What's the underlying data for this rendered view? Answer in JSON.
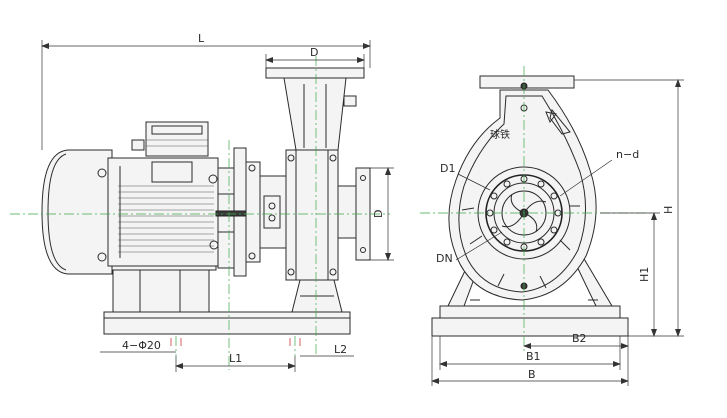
{
  "labels": {
    "L": "L",
    "D_top": "D",
    "D_side": "D",
    "holes": "4−Φ20",
    "L1": "L1",
    "L2": "L2",
    "D1": "D1",
    "DN": "DN",
    "n_d": "n−d",
    "brand": "球铁",
    "H": "H",
    "H1": "H1",
    "B2": "B2",
    "B1": "B1",
    "B": "B"
  },
  "colors": {
    "centerline": "#3aa84a",
    "hole_marker": "#d23a3a",
    "line": "#2b2b2b"
  }
}
